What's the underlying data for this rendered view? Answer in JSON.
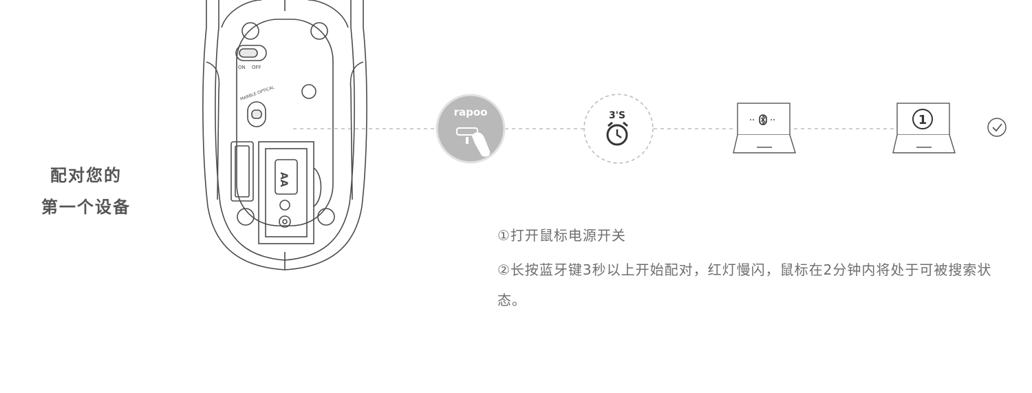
{
  "heading": {
    "line1": "配对您的",
    "line2": "第一个设备"
  },
  "mouse": {
    "switch_on": "ON",
    "switch_off": "OFF",
    "mode_label": "MARBLE OPTICAL",
    "battery_label": "AA"
  },
  "flow": {
    "button_brand": "rapoo",
    "timer_label": "3'S",
    "device_number": "1"
  },
  "steps": [
    "①打开鼠标电源开关",
    "②长按蓝牙键3秒以上开始配对，红灯慢闪，鼠标在2分钟内将处于可被搜索状态。"
  ]
}
